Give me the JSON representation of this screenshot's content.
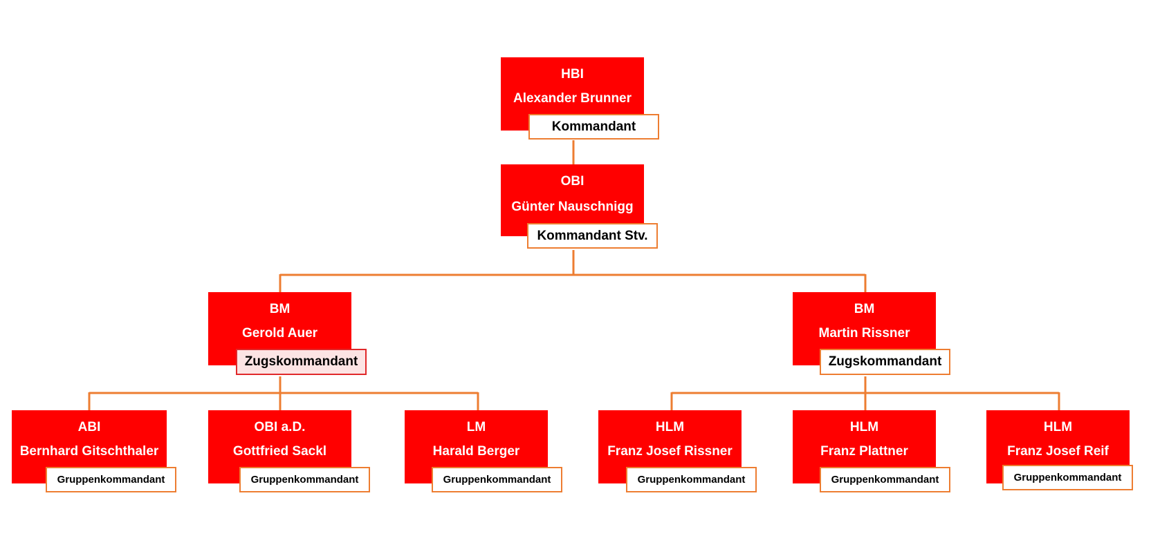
{
  "colors": {
    "box": "#ff0000",
    "connector": "#ed7d31",
    "role_border": "#ed7d31"
  },
  "chart": {
    "top": {
      "rank": "HBI",
      "name": "Alexander Brunner",
      "role": "Kommandant",
      "deputy": {
        "rank": "OBI",
        "name": "Günter Nauschnigg",
        "role": "Kommandant Stv.",
        "platoons": [
          {
            "rank": "BM",
            "name": "Gerold Auer",
            "role": "Zugskommandant",
            "groups": [
              {
                "rank": "ABI",
                "name": "Bernhard Gitschthaler",
                "role": "Gruppenkommandant"
              },
              {
                "rank": "OBI a.D.",
                "name": "Gottfried Sackl",
                "role": "Gruppenkommandant"
              },
              {
                "rank": "LM",
                "name": "Harald Berger",
                "role": "Gruppenkommandant"
              }
            ]
          },
          {
            "rank": "BM",
            "name": "Martin Rissner",
            "role": "Zugskommandant",
            "groups": [
              {
                "rank": "HLM",
                "name": "Franz Josef Rissner",
                "role": "Gruppenkommandant"
              },
              {
                "rank": "HLM",
                "name": "Franz Plattner",
                "role": "Gruppenkommandant"
              },
              {
                "rank": "HLM",
                "name": "Franz Josef Reif",
                "role": "Gruppenkommandant"
              }
            ]
          }
        ]
      }
    }
  }
}
